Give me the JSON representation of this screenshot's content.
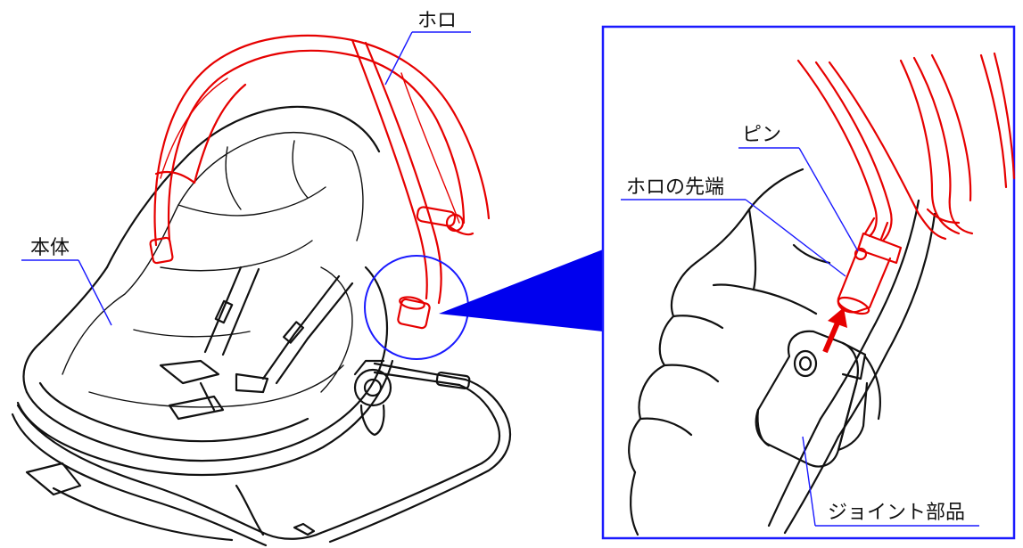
{
  "labels": {
    "hood": "ホロ",
    "body": "本体",
    "pin": "ピン",
    "hood_tip": "ホロの先端",
    "joint_part": "ジョイント部品"
  },
  "colors": {
    "hood": "#e60000",
    "leader": "#1a1aff",
    "callout": "#0000ee",
    "outline": "#111111"
  },
  "icons": {
    "arrow": "red-up-arrow"
  }
}
